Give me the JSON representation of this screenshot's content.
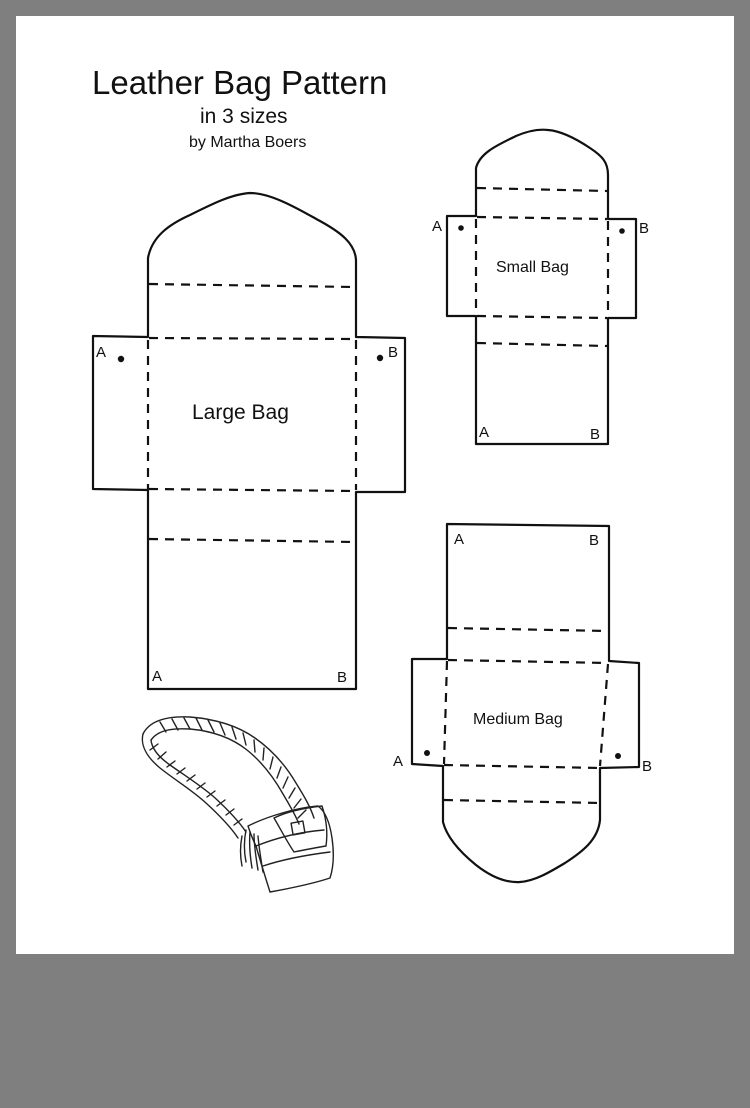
{
  "header": {
    "title": "Leather Bag Pattern",
    "subtitle": "in 3 sizes",
    "author": "by Martha Boers"
  },
  "patterns": {
    "large": {
      "label": "Large Bag",
      "corner_a": "A",
      "corner_b": "B"
    },
    "small": {
      "label": "Small Bag",
      "corner_a": "A",
      "corner_b": "B"
    },
    "medium": {
      "label": "Medium Bag",
      "corner_a": "A",
      "corner_b": "B"
    }
  },
  "colors": {
    "frame": "#7f7f7f",
    "paper": "#ffffff",
    "ink": "#111111"
  },
  "icons": {
    "bag_sketch": "finished-bag-sketch-icon"
  }
}
